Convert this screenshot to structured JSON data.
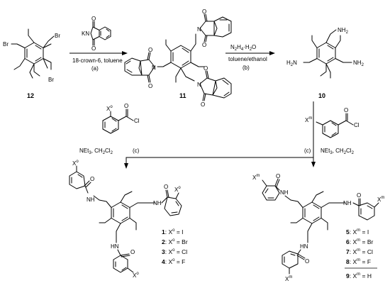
{
  "compounds": {
    "c12": "12",
    "c11": "11",
    "c10": "10"
  },
  "reagents": {
    "step_a": {
      "reagent_atoms": [
        "KN",
        "O",
        "O"
      ],
      "condition": "18-crown-6, toluene",
      "letter": "(a)"
    },
    "step_b": {
      "reagent": "N2H4·H2O",
      "condition": "toluene/ethanol",
      "letter": "(b)"
    },
    "step_c_left": {
      "acyl_atoms": [
        "X",
        "o",
        "O",
        "Cl"
      ],
      "condition": "NEt3, CH2Cl2",
      "letter": "(c)"
    },
    "step_c_right": {
      "acyl_atoms": [
        "X",
        "m",
        "O",
        "Cl"
      ],
      "condition": "NEt3, CH2Cl2",
      "letter": "(c)"
    }
  },
  "atom_labels": {
    "Br": "Br",
    "NH2": "NH",
    "H2N": "H",
    "NH": "NH",
    "HN": "HN",
    "N": "N",
    "O": "O",
    "X": "X",
    "o": "o",
    "m": "m"
  },
  "legend_left": [
    {
      "num": "1",
      "sub": "o",
      "text": " = I"
    },
    {
      "num": "2",
      "sub": "o",
      "text": " = Br"
    },
    {
      "num": "3",
      "sub": "o",
      "text": " = Cl"
    },
    {
      "num": "4",
      "sub": "o",
      "text": " = F"
    }
  ],
  "legend_right": [
    {
      "num": "5",
      "sub": "m",
      "text": " = I"
    },
    {
      "num": "6",
      "sub": "m",
      "text": " = Br"
    },
    {
      "num": "7",
      "sub": "m",
      "text": " = Cl"
    },
    {
      "num": "8",
      "sub": "m",
      "text": " = F"
    },
    {
      "num": "9",
      "sub": "m",
      "text": " = H"
    }
  ]
}
